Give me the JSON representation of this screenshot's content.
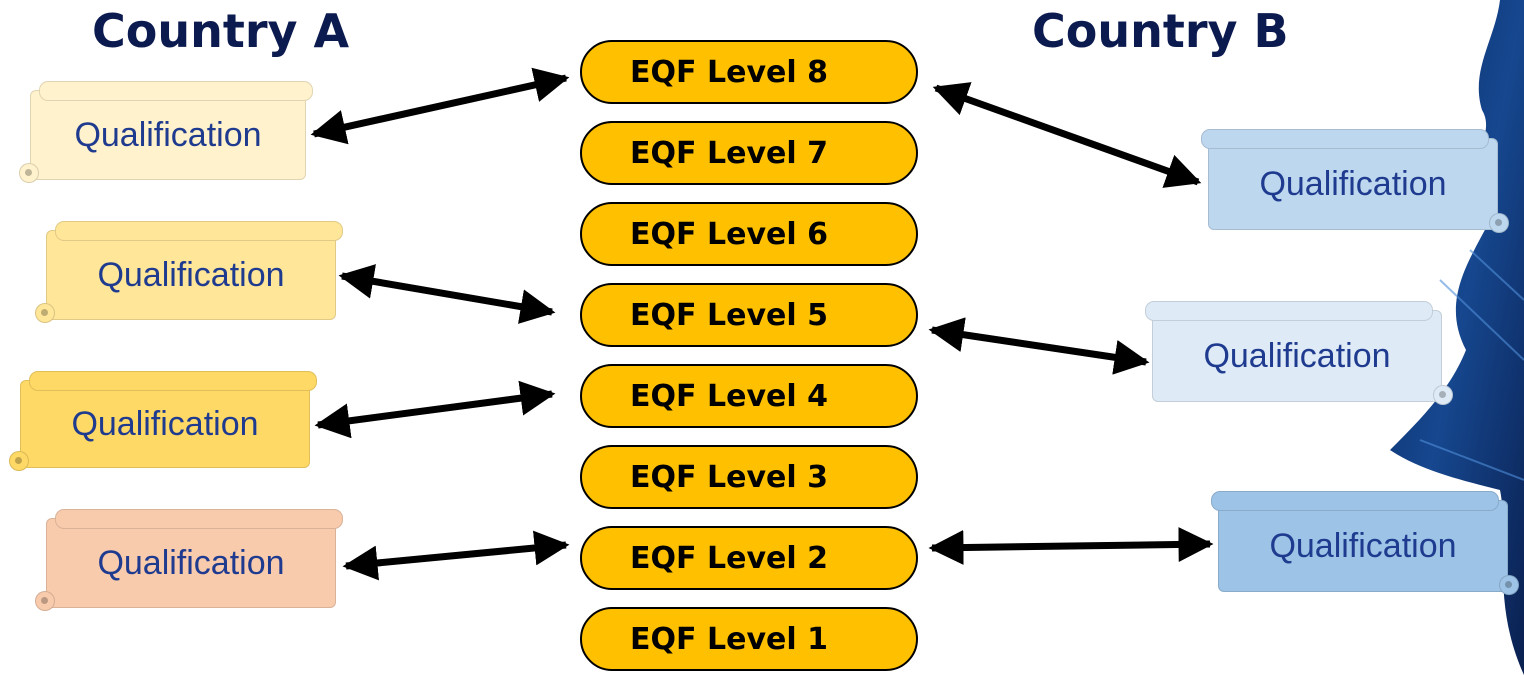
{
  "headings": {
    "left": "Country A",
    "right": "Country B"
  },
  "levels": [
    "EQF Level 8",
    "EQF Level 7",
    "EQF Level 6",
    "EQF Level 5",
    "EQF Level 4",
    "EQF Level 3",
    "EQF Level 2",
    "EQF Level 1"
  ],
  "country_a_qualifications": [
    {
      "label": "Qualification",
      "linked_level": "EQF Level 8"
    },
    {
      "label": "Qualification",
      "linked_level": "EQF Level 5"
    },
    {
      "label": "Qualification",
      "linked_level": "EQF Level 4"
    },
    {
      "label": "Qualification",
      "linked_level": "EQF Level 2"
    }
  ],
  "country_b_qualifications": [
    {
      "label": "Qualification",
      "linked_level": "EQF Level 8"
    },
    {
      "label": "Qualification",
      "linked_level": "EQF Level 5"
    },
    {
      "label": "Qualification",
      "linked_level": "EQF Level 2"
    }
  ],
  "colors": {
    "level_fill": "#ffc000",
    "heading_text": "#0b1a4f",
    "qualification_text": "#1f3b8f",
    "arrow": "#000000",
    "backdrop": "#0d2f6e"
  }
}
